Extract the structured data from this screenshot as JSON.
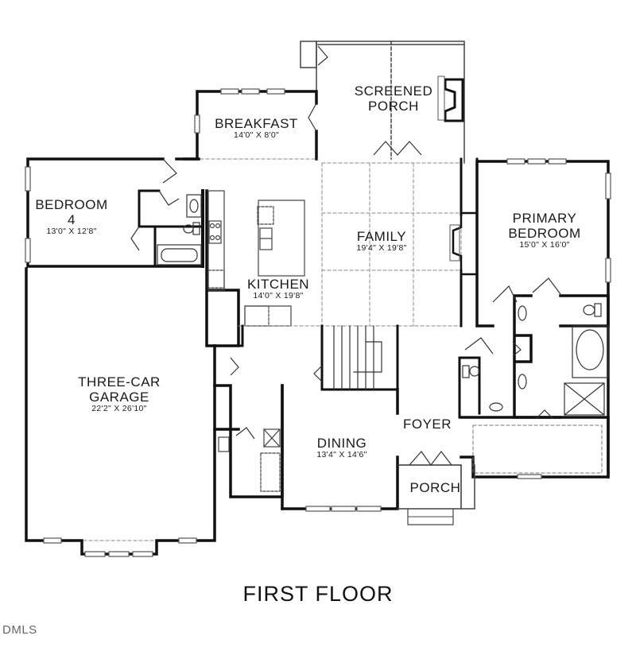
{
  "plan": {
    "title": "FIRST FLOOR",
    "watermark": "DMLS",
    "colors": {
      "wall": "#111111",
      "thin": "#555555",
      "dashed": "#777777",
      "background": "#ffffff"
    }
  },
  "rooms": {
    "screened_porch": {
      "name_line1": "SCREENED",
      "name_line2": "PORCH"
    },
    "breakfast": {
      "name": "BREAKFAST",
      "dims": "14'0\" X 8'0\""
    },
    "bedroom4": {
      "name_line1": "BEDROOM",
      "name_line2": "4",
      "dims": "13'0\" X 12'8\""
    },
    "family": {
      "name": "FAMILY",
      "dims": "19'4\" X 19'8\""
    },
    "primary_bedroom": {
      "name_line1": "PRIMARY",
      "name_line2": "BEDROOM",
      "dims": "15'0\" X 16'0\""
    },
    "kitchen": {
      "name": "KITCHEN",
      "dims": "14'0\" X 19'8\""
    },
    "garage": {
      "name_line1": "THREE-CAR",
      "name_line2": "GARAGE",
      "dims": "22'2\" X 26'10\""
    },
    "dining": {
      "name": "DINING",
      "dims": "13'4\" X 14'6\""
    },
    "foyer": {
      "name": "FOYER"
    },
    "porch": {
      "name": "PORCH"
    }
  }
}
